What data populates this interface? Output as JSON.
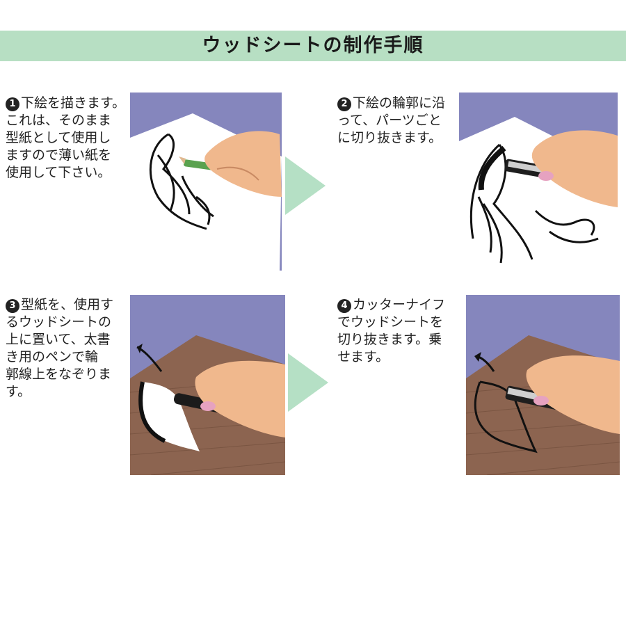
{
  "header": {
    "title": "ウッドシートの制作手順"
  },
  "steps": [
    {
      "number": "1",
      "text": "下絵を描きます。\nこれは、そのまま\n型紙として使用し\nますので薄い紙を\n使用して下さい。"
    },
    {
      "number": "2",
      "text": "下絵の輪郭に沿\nって、パーツごと\nに切り抜きます。"
    },
    {
      "number": "3",
      "text": "型紙を、使用す\nるウッドシートの\n上に置いて、太書\nき用のペンで輪\n郭線上をなぞりま\nす。"
    },
    {
      "number": "4",
      "text": "カッターナイフ\nでウッドシートを\n切り抜きます。乗\nせます。"
    }
  ],
  "colors": {
    "header_bg": "#b7dfc3",
    "panel_bg": "#8586bd",
    "arrow": "#b5e0c5",
    "wood": "#8c6450",
    "pencil": "#5aa24f",
    "cutter": "#f1e04a"
  },
  "icons": [
    "arrow-right-icon"
  ]
}
